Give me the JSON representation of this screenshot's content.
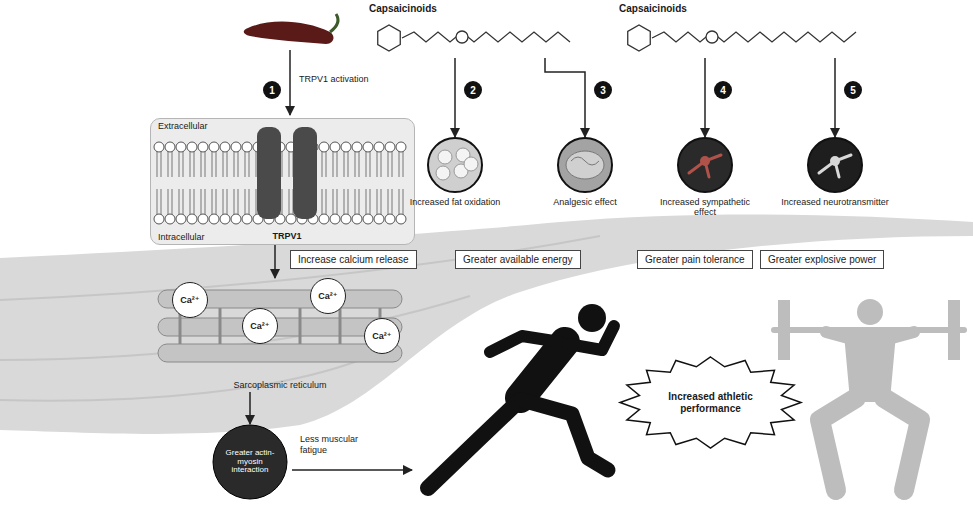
{
  "diagram": {
    "nodes": [
      {
        "text": [
          "Capsaicinoids"
        ]
      },
      {
        "text": [
          "Capsaicinoids"
        ]
      },
      {
        "text": [
          "Extracellular",
          "Intracellular"
        ]
      },
      {
        "text": [
          "TRPV1"
        ],
        "in": 2
      },
      {
        "text": [
          "Increased fat oxidation"
        ]
      },
      {
        "text": [
          "Analgesic effect"
        ]
      },
      {
        "text": [
          "Increased sympathetic effect"
        ]
      },
      {
        "text": [
          "Increased neurotransmitter"
        ]
      },
      {
        "text": [
          "Increase calcium release"
        ]
      },
      {
        "text": [
          "Greater available energy"
        ]
      },
      {
        "text": [
          "Greater pain tolerance"
        ]
      },
      {
        "text": [
          "Greater explosive power"
        ]
      },
      {
        "text": [
          "Sarcoplasmic reticulum"
        ]
      },
      {
        "text": [
          "Ca²⁺"
        ],
        "in": 12
      },
      {
        "text": [
          "Ca²⁺"
        ],
        "in": 12
      },
      {
        "text": [
          "Ca²⁺"
        ],
        "in": 12
      },
      {
        "text": [
          "Ca²⁺"
        ],
        "in": 12
      },
      {
        "text": [
          "Greater actin-myosin interaction"
        ]
      },
      {
        "text": [
          "Increased athletic performance"
        ]
      }
    ],
    "edges": [
      {
        "from": 0,
        "to": 4,
        "arrow": "to"
      },
      {
        "from": 0,
        "to": 5,
        "arrow": "to"
      },
      {
        "from": 1,
        "to": 6,
        "arrow": "to"
      },
      {
        "from": 1,
        "to": 7,
        "arrow": "to"
      },
      {
        "from": 2,
        "to": 12,
        "arrow": "to"
      },
      {
        "from": 12,
        "to": 17,
        "arrow": "to"
      }
    ],
    "labels": [
      "1",
      "2",
      "3",
      "4",
      "5",
      "TRPV1 activation",
      "Less muscular fatigue"
    ]
  }
}
